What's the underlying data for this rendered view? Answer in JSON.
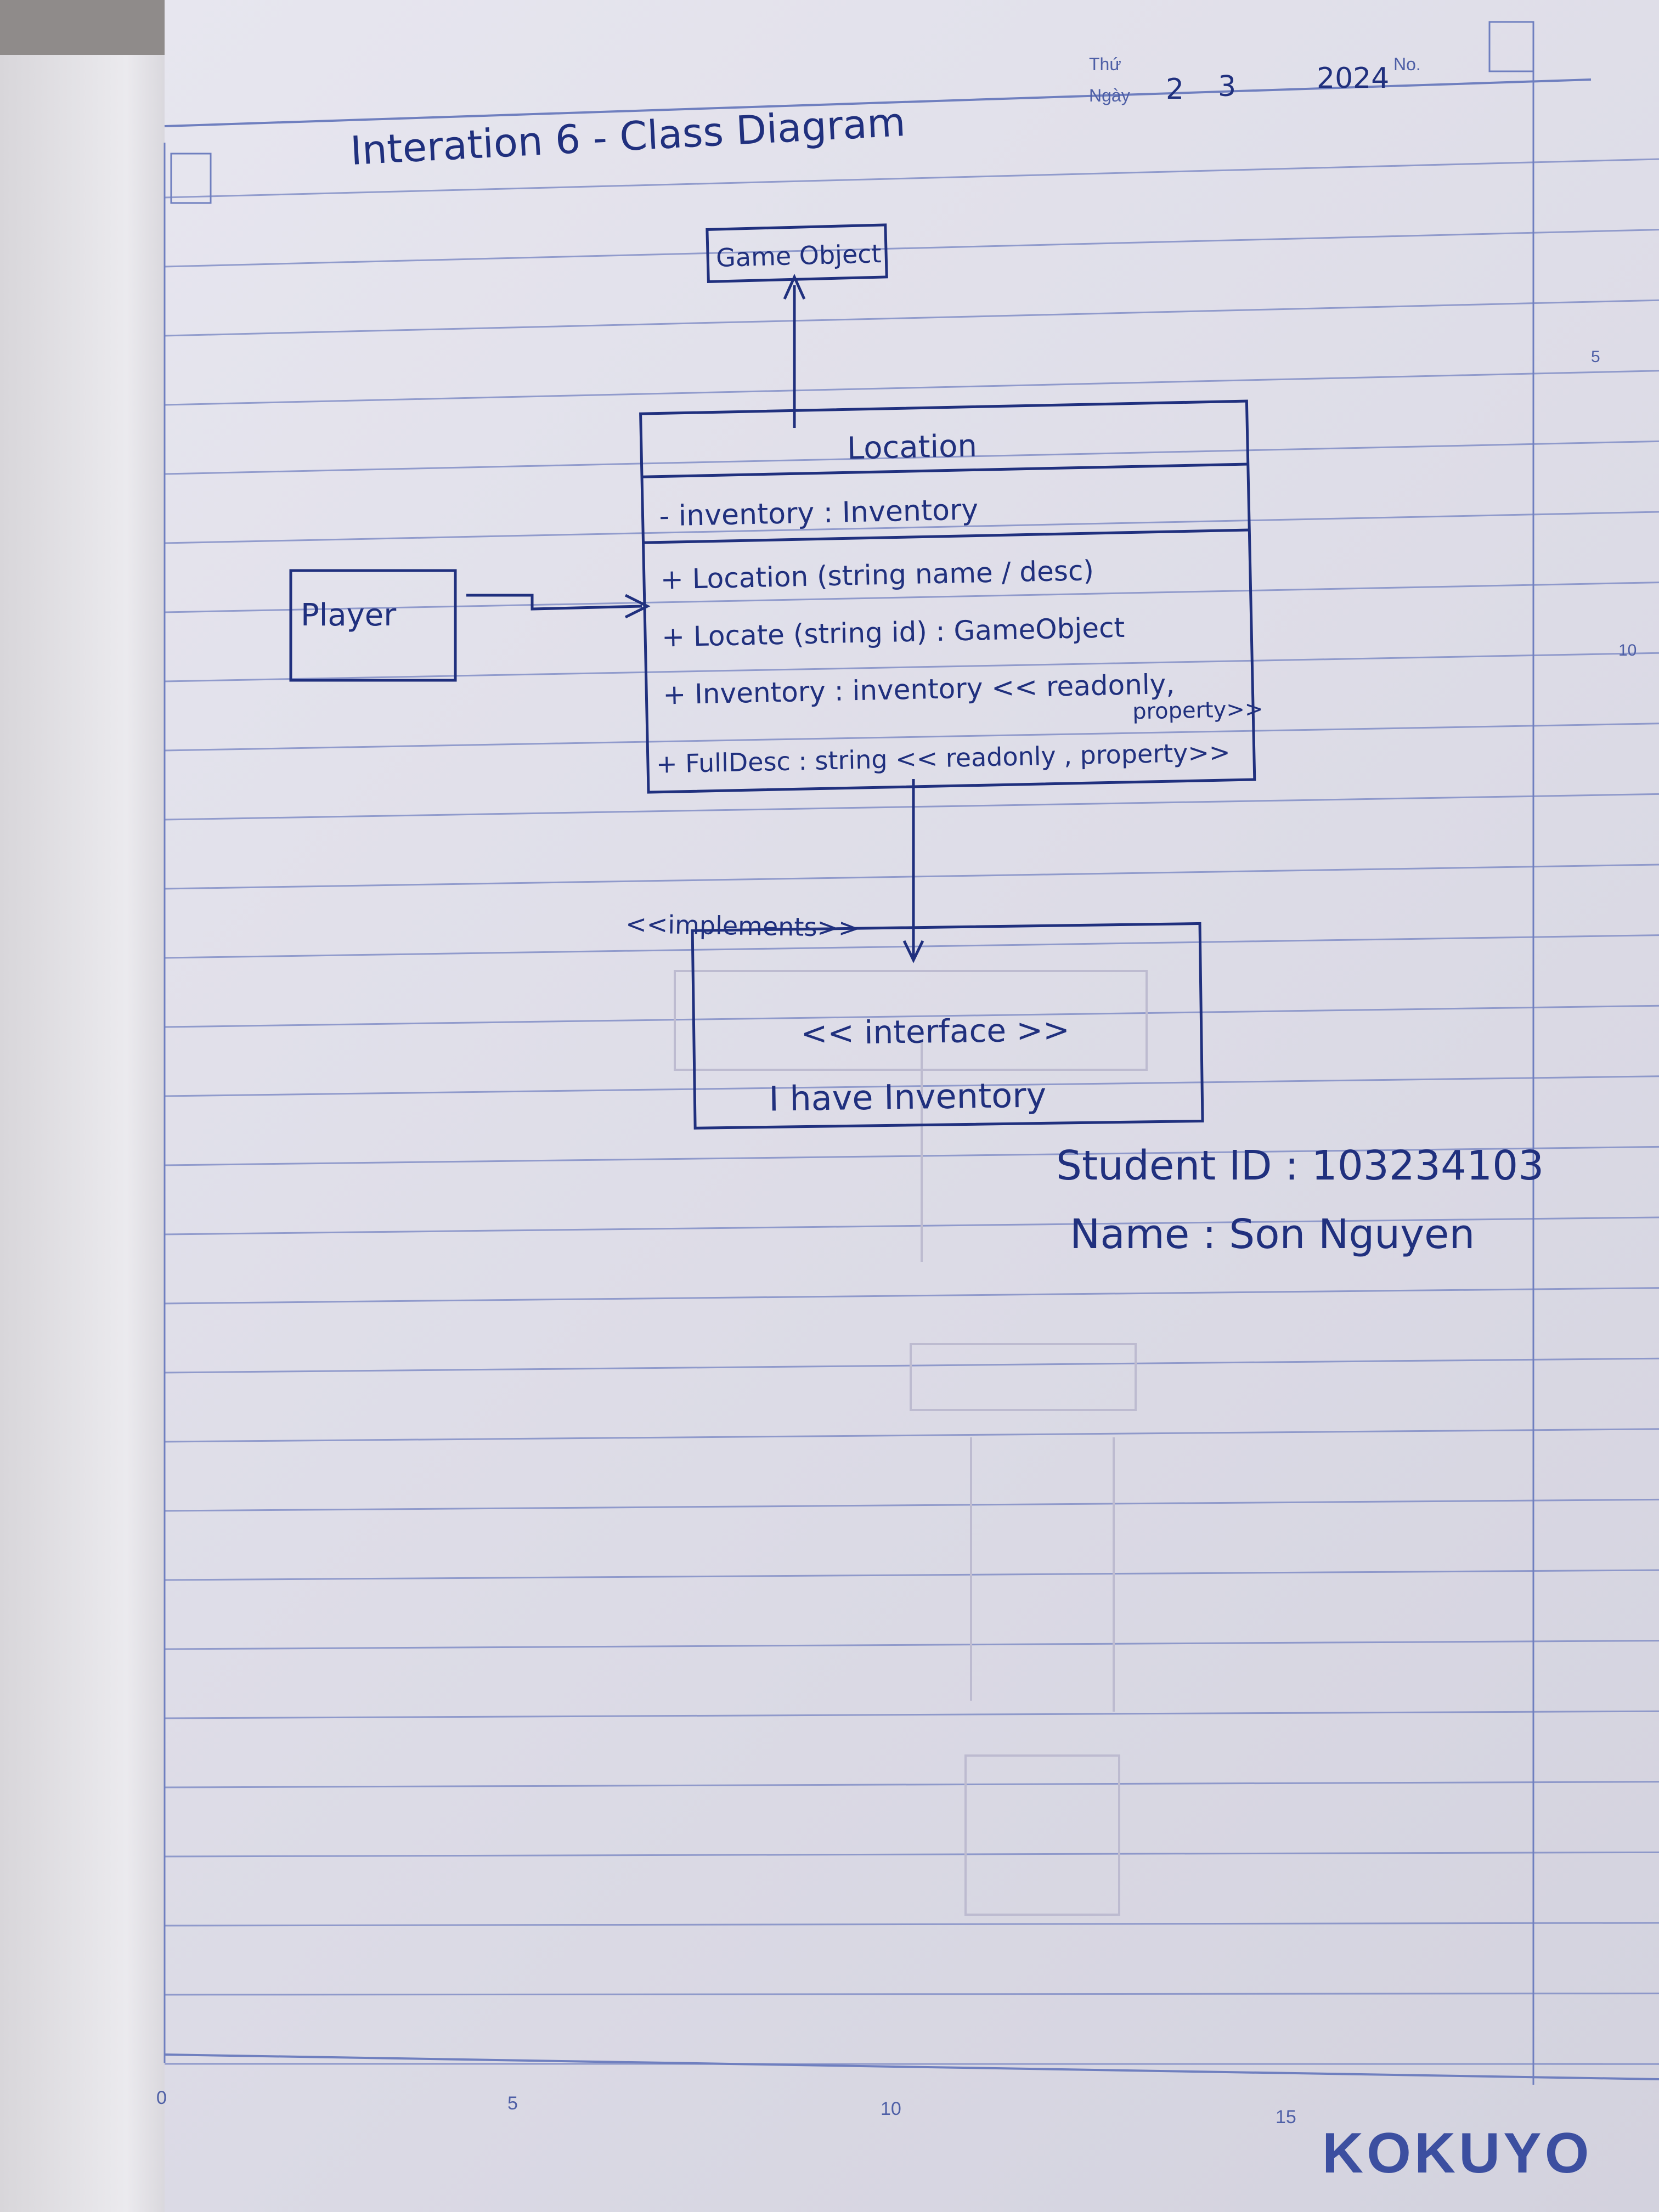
{
  "header": {
    "title": "Interation 6 - Class Diagram",
    "day_label": "Thứ",
    "date_label": "Ngày",
    "day": "2",
    "month": "3",
    "year": "2024",
    "no_label": "No."
  },
  "diagram": {
    "game_object": {
      "name": "Game Object"
    },
    "player": {
      "name": "Player"
    },
    "location": {
      "name": "Location",
      "attributes": [
        "- inventory : Inventory"
      ],
      "methods": [
        "+ Location (string name / desc)",
        "+ Locate (string id) : GameObject",
        "+ Inventory : inventory << readonly,",
        "property>>",
        "+ FullDesc : string << readonly , property>>"
      ]
    },
    "interface_box": {
      "stereotype": "<< interface >>",
      "name": "I have Inventory"
    },
    "implements_label": "<<implements>>"
  },
  "student": {
    "id_line": "Student ID : 103234103",
    "name_line": "Name : Son Nguyen"
  },
  "ruler": {
    "ticks": [
      "0",
      "5",
      "10",
      "15"
    ],
    "side_ticks": [
      "5",
      "10"
    ]
  },
  "brand": "KOKUYO",
  "colors": {
    "ink": "#20307e",
    "rule": "#6f7fbf",
    "paper": "#e3e2ec"
  }
}
